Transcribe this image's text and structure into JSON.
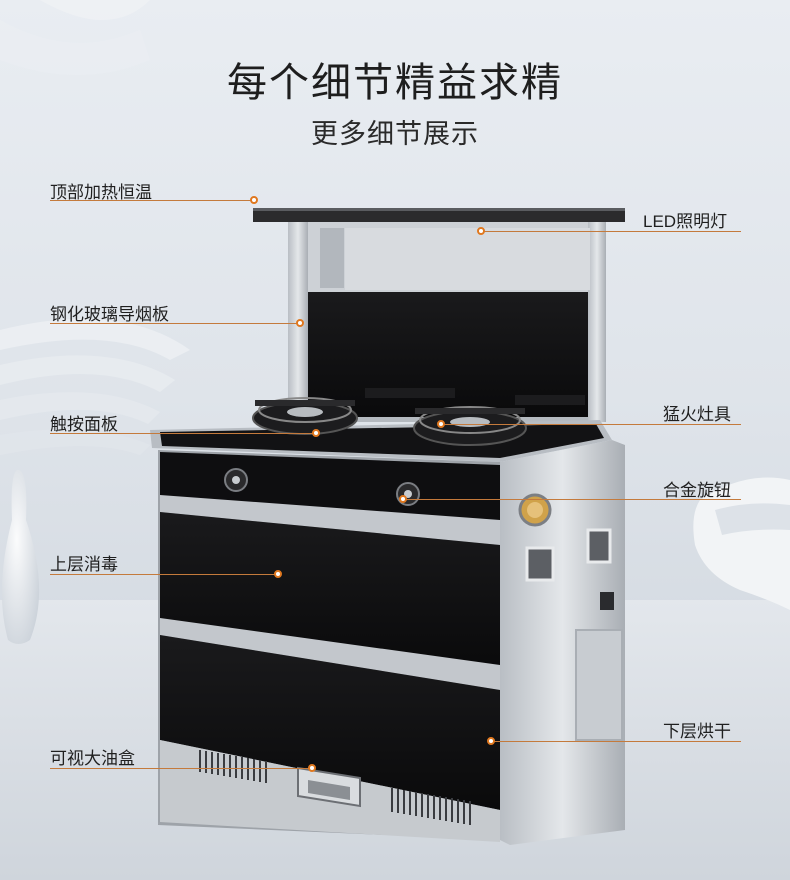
{
  "header": {
    "title": "每个细节精益求精",
    "subtitle": "更多细节展示"
  },
  "callouts": {
    "top_heating": "顶部加热恒温",
    "led_light": "LED照明灯",
    "glass_panel": "钢化玻璃导烟板",
    "touch_panel": "触按面板",
    "burner": "猛火灶具",
    "knob": "合金旋钮",
    "upper_disinfect": "上层消毒",
    "oil_box": "可视大油盒",
    "lower_dry": "下层烘干"
  },
  "colors": {
    "accent": "#e0781f",
    "line": "#c47a3c"
  }
}
